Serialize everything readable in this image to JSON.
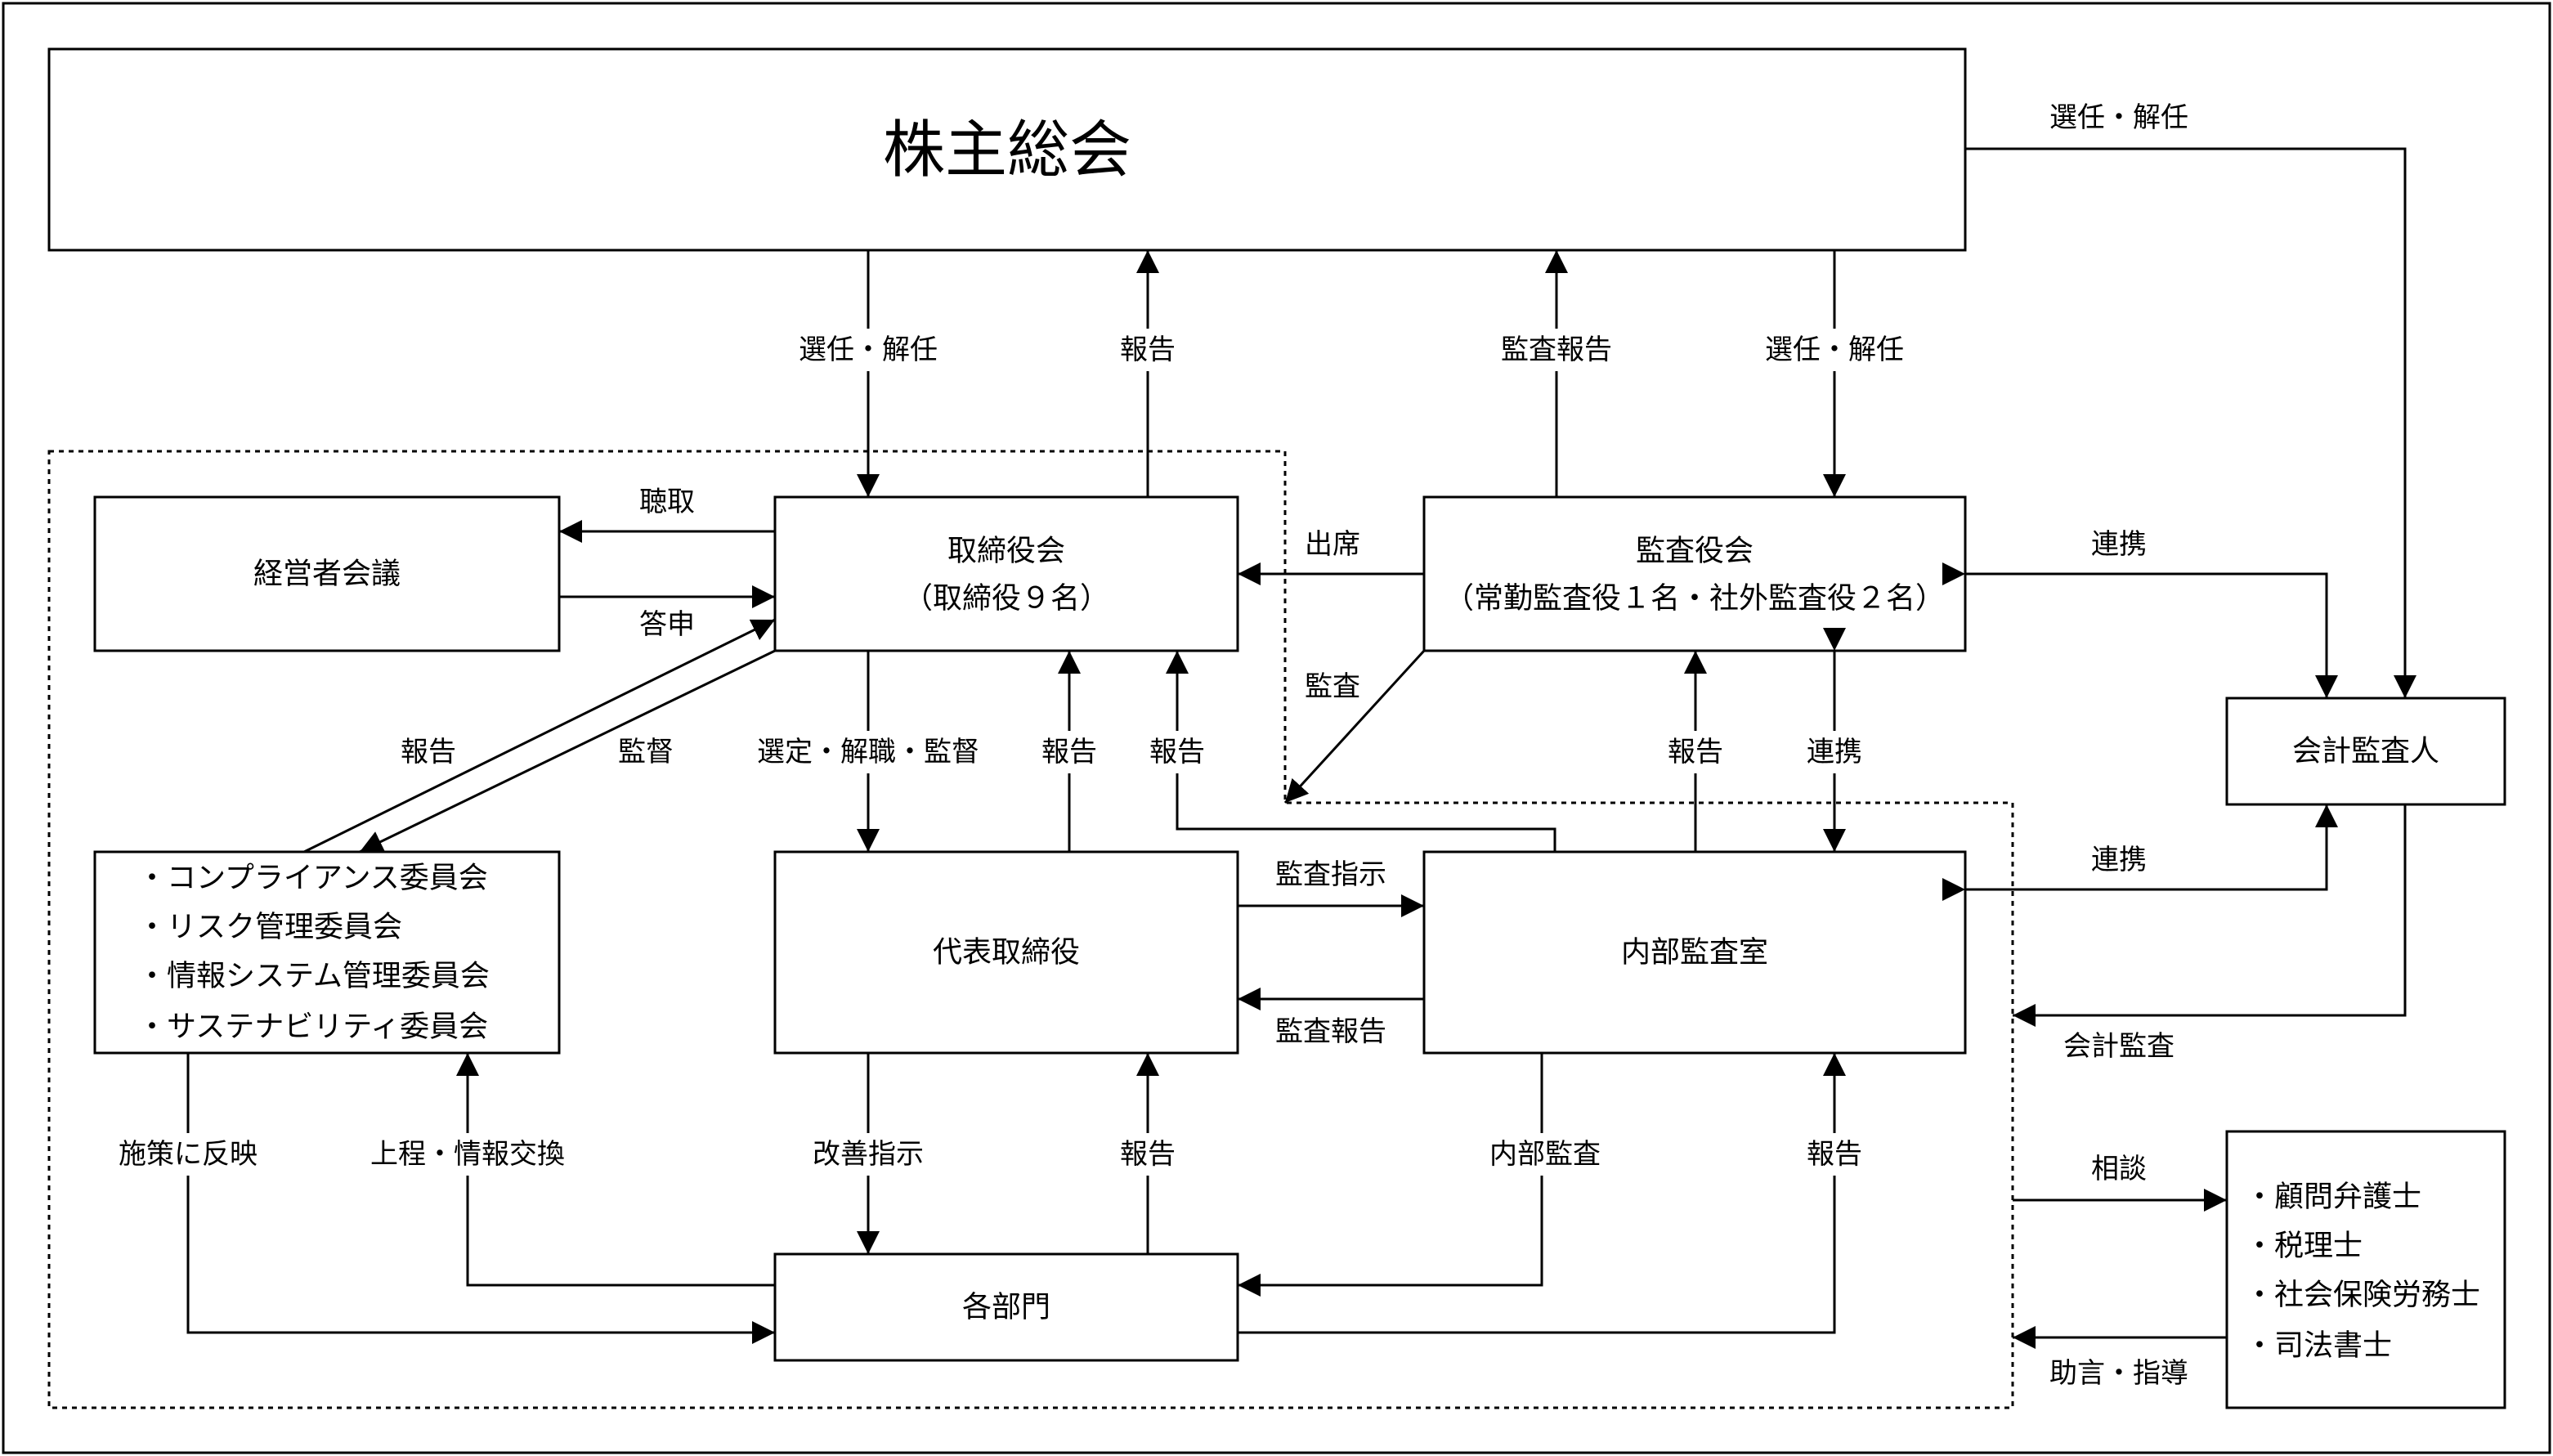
{
  "boxes": {
    "shareholders": "株主総会",
    "management_meeting": "経営者会議",
    "board": {
      "title": "取締役会",
      "sub": "（取締役９名）"
    },
    "audit_board": {
      "title": "監査役会",
      "sub": "（常勤監査役１名・社外監査役２名）"
    },
    "accounting_auditor": "会計監査人",
    "committees": [
      "・コンプライアンス委員会",
      "・リスク管理委員会",
      "・情報システム管理委員会",
      "・サステナビリティ委員会"
    ],
    "ceo": "代表取締役",
    "internal_audit": "内部監査室",
    "departments": "各部門",
    "advisors": [
      "・顧問弁護士",
      "・税理士",
      "・社会保険労務士",
      "・司法書士"
    ]
  },
  "labels": {
    "gm_elect_acct": "選任・解任",
    "gm_elect_board": "選任・解任",
    "board_report_gm": "報告",
    "audit_report_gm": "監査報告",
    "gm_elect_audit": "選任・解任",
    "hearing": "聴取",
    "response": "答申",
    "attendance": "出席",
    "audit": "監査",
    "cooperation_audit_acct": "連携",
    "committee_report": "報告",
    "supervision": "監督",
    "select_dismiss_supervise": "選定・解職・監督",
    "ceo_report": "報告",
    "internal_report_board": "報告",
    "internal_report_audit": "報告",
    "cooperation_audit_internal": "連携",
    "cooperation_internal_acct": "連携",
    "audit_instruction": "監査指示",
    "audit_report_ceo": "監査報告",
    "accounting_audit": "会計監査",
    "reflect_measures": "施策に反映",
    "submit_exchange": "上程・情報交換",
    "improvement_instruction": "改善指示",
    "dept_report_ceo": "報告",
    "internal_audit_label": "内部監査",
    "dept_report_internal": "報告",
    "consultation": "相談",
    "advice": "助言・指導"
  }
}
